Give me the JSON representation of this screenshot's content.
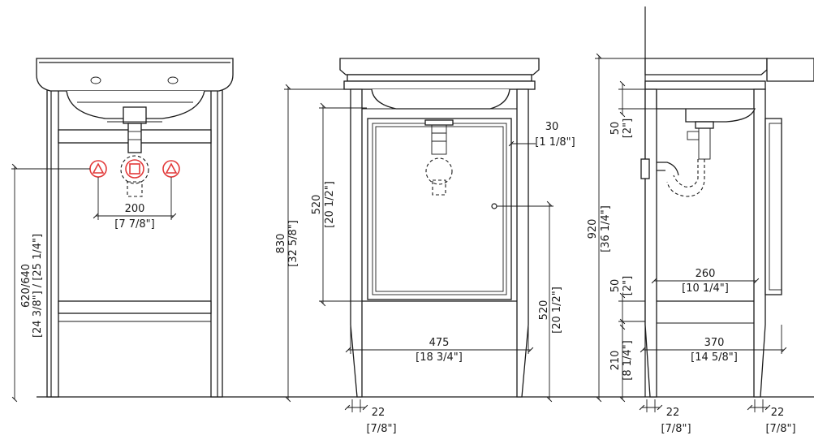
{
  "accent_color": "#e23a3a",
  "line_color": "#1a1a1a",
  "front_view": {
    "spread_mm": "200",
    "spread_in": "[7 7/8\"]",
    "supply_height": "620/640",
    "supply_height_in": "[24 3/8\"] / [25 1/4\"]"
  },
  "side_view": {
    "height_mm": "830",
    "height_in": "[32 5/8\"]",
    "opening_mm": "520",
    "opening_in": "[20 1/2\"]",
    "frame_mm": "30",
    "frame_in": "[1 1/8\"]",
    "knob_height_mm": "520",
    "knob_height_in": "[20 1/2\"]",
    "width_mm": "475",
    "width_in": "[18 3/4\"]",
    "leg_mm": "22",
    "leg_in": "[7/8\"]"
  },
  "section_view": {
    "height_mm": "920",
    "height_in": "[36 1/4\"]",
    "top_gap_mm": "50",
    "top_gap_in": "[2\"]",
    "mid_gap_mm": "50",
    "mid_gap_in": "[2\"]",
    "bottom_mm": "210",
    "bottom_in": "[8 1/4\"]",
    "depth_mm": "260",
    "depth_in": "[10 1/4\"]",
    "overall_depth_mm": "370",
    "overall_depth_in": "[14 5/8\"]",
    "leg_left_mm": "22",
    "leg_left_in": "[7/8\"]",
    "leg_right_mm": "22",
    "leg_right_in": "[7/8\"]"
  }
}
